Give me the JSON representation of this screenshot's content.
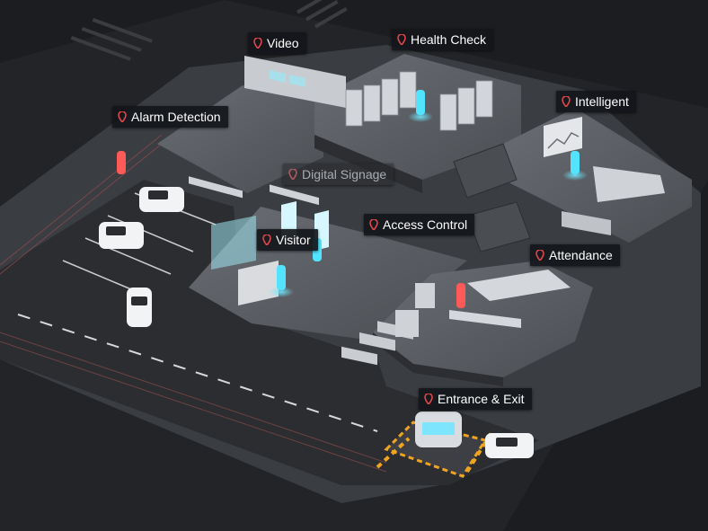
{
  "colors": {
    "background": "#17191c",
    "road": "#2a2c30",
    "floor": "#5d6066",
    "wall": "#3e4146",
    "accent_pin": "#e2474b",
    "person_cyan": "#52e4ff",
    "person_red": "#ff5a57",
    "label_bg": "#14161a",
    "label_text": "#ffffff"
  },
  "labels": {
    "video": "Video",
    "health_check": "Health Check",
    "alarm_detection": "Alarm Detection",
    "intelligent": "Intelligent",
    "digital_signage": "Digital Signage",
    "access_control": "Access Control",
    "visitor": "Visitor",
    "attendance": "Attendance",
    "entrance_exit": "Entrance & Exit"
  },
  "icons": {
    "label_pin": "map-pin-icon"
  }
}
